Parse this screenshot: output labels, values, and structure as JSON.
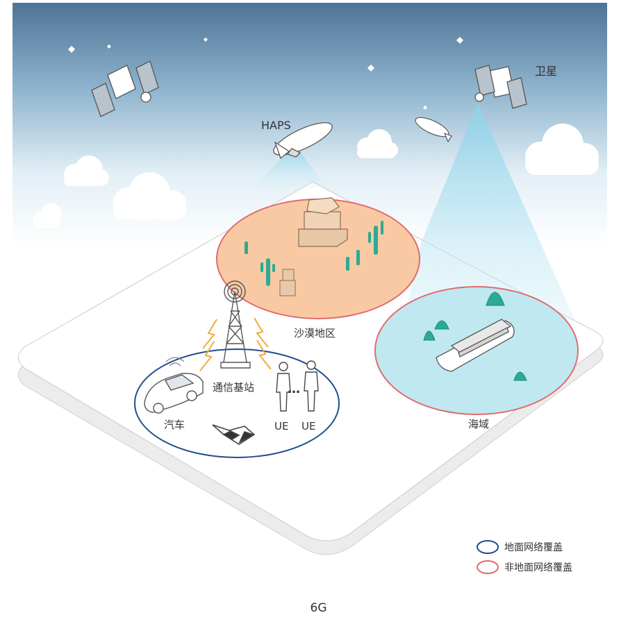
{
  "diagram": {
    "labels": {
      "satellite": "卫星",
      "haps": "HAPS",
      "desert": "沙漠地区",
      "sea": "海域",
      "base_station": "通信基站",
      "car": "汽车",
      "ue_1": "UE",
      "ue_2": "UE",
      "ellipsis": "…"
    },
    "legend": [
      {
        "label": "地面网络覆盖",
        "color": "#1f4e8c"
      },
      {
        "label": "非地面网络覆盖",
        "color": "#e06b6b"
      }
    ],
    "caption": "6G"
  },
  "colors": {
    "sky_top": "#4f7396",
    "sky_bottom": "#ffffff",
    "desert_fill": "#f9c9a3",
    "sea_fill": "#bfe8f1",
    "terrestrial": "#1f4e8c",
    "non_terrestrial": "#e06b6b",
    "cactus": "#2aab94",
    "beam": "#9fd9ec"
  }
}
